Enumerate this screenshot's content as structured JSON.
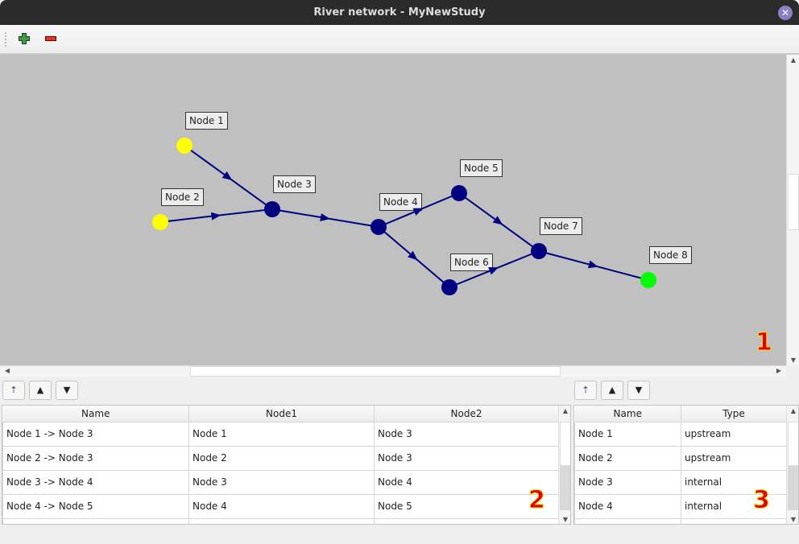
{
  "window": {
    "title": "River network - MyNewStudy",
    "close_icon": "close-icon"
  },
  "toolbar": {
    "add_icon": "plus-icon",
    "remove_icon": "minus-icon"
  },
  "graph": {
    "colors": {
      "upstream": "#ffff00",
      "internal": "#000080",
      "downstream": "#00ff00",
      "edge": "#000080",
      "background": "#c0c0c0"
    },
    "nodes": [
      {
        "name": "Node 1",
        "type": "upstream"
      },
      {
        "name": "Node 2",
        "type": "upstream"
      },
      {
        "name": "Node 3",
        "type": "internal"
      },
      {
        "name": "Node 4",
        "type": "internal"
      },
      {
        "name": "Node 5",
        "type": "internal"
      },
      {
        "name": "Node 6",
        "type": "internal"
      },
      {
        "name": "Node 7",
        "type": "internal"
      },
      {
        "name": "Node 8",
        "type": "downstream"
      }
    ],
    "edges": [
      [
        "Node 1",
        "Node 3"
      ],
      [
        "Node 2",
        "Node 3"
      ],
      [
        "Node 3",
        "Node 4"
      ],
      [
        "Node 4",
        "Node 5"
      ],
      [
        "Node 4",
        "Node 6"
      ],
      [
        "Node 5",
        "Node 7"
      ],
      [
        "Node 6",
        "Node 7"
      ],
      [
        "Node 7",
        "Node 8"
      ]
    ]
  },
  "annotations": {
    "graph": "1",
    "edges_table": "2",
    "nodes_table": "3"
  },
  "edges_table": {
    "headers": [
      "Name",
      "Node1",
      "Node2"
    ],
    "rows": [
      [
        "Node 1 -> Node 3",
        "Node 1",
        "Node 3"
      ],
      [
        "Node 2 -> Node 3",
        "Node 2",
        "Node 3"
      ],
      [
        "Node 3 -> Node 4",
        "Node 3",
        "Node 4"
      ],
      [
        "Node 4 -> Node 5",
        "Node 4",
        "Node 5"
      ]
    ]
  },
  "nodes_table": {
    "headers": [
      "Name",
      "Type"
    ],
    "rows": [
      [
        "Node 1",
        "upstream"
      ],
      [
        "Node 2",
        "upstream"
      ],
      [
        "Node 3",
        "internal"
      ],
      [
        "Node 4",
        "internal"
      ]
    ]
  },
  "buttons": {
    "sort_icon": "sort-icon",
    "up_icon": "▲",
    "down_icon": "▼"
  }
}
